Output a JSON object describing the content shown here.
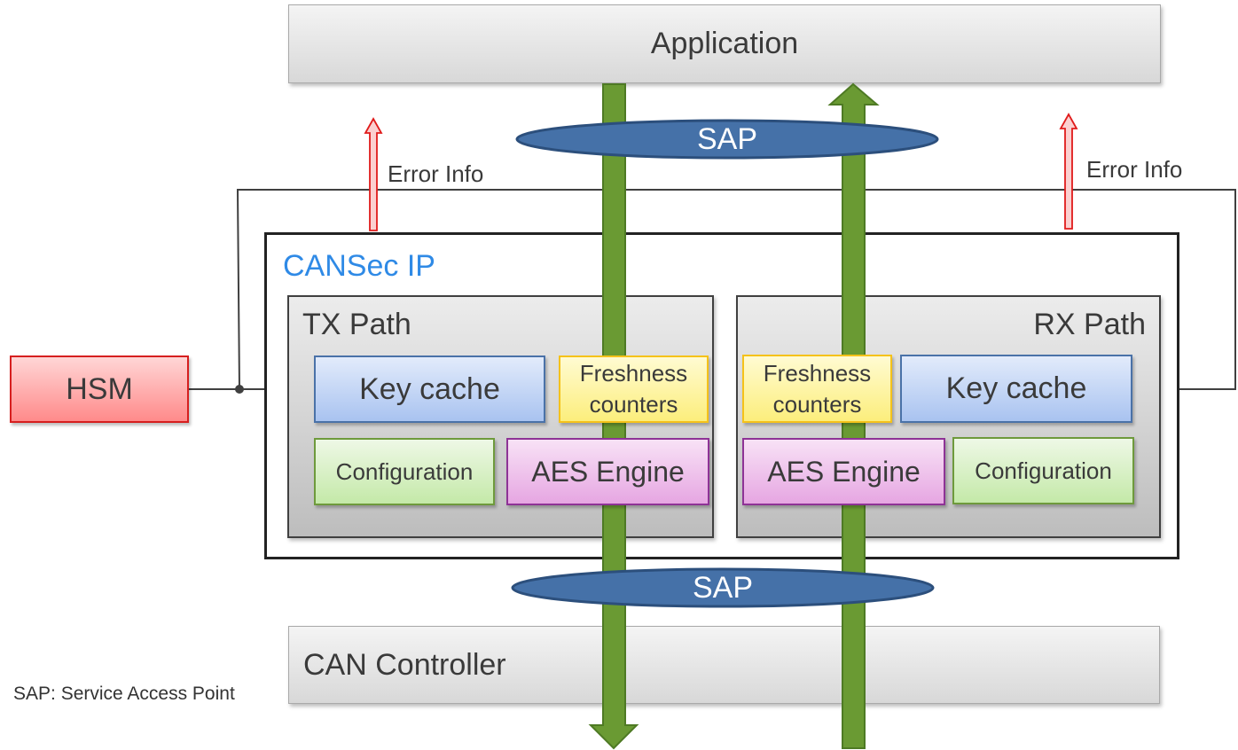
{
  "application": {
    "label": "Application"
  },
  "can_controller": {
    "label": "CAN Controller"
  },
  "sap_top": {
    "label": "SAP"
  },
  "sap_bottom": {
    "label": "SAP"
  },
  "error_info_left": {
    "label": "Error Info"
  },
  "error_info_right": {
    "label": "Error Info"
  },
  "cansec": {
    "title": "CANSec IP"
  },
  "hsm": {
    "label": "HSM"
  },
  "tx_path": {
    "title": "TX Path",
    "key_cache": "Key cache",
    "freshness_line1": "Freshness",
    "freshness_line2": "counters",
    "configuration": "Configuration",
    "aes_engine": "AES Engine"
  },
  "rx_path": {
    "title": "RX Path",
    "key_cache": "Key cache",
    "freshness_line1": "Freshness",
    "freshness_line2": "counters",
    "configuration": "Configuration",
    "aes_engine": "AES Engine"
  },
  "legend": {
    "text": "SAP: Service Access Point"
  },
  "colors": {
    "title_blue": "#2f8ae6",
    "green_arrow": "#6a9a33",
    "green_arrow_border": "#4e7a24",
    "sap_fill": "#4571a8",
    "sap_border": "#2c4f7c",
    "error_arrow": "#e01b1b",
    "hsm_border": "#d61f1f"
  }
}
